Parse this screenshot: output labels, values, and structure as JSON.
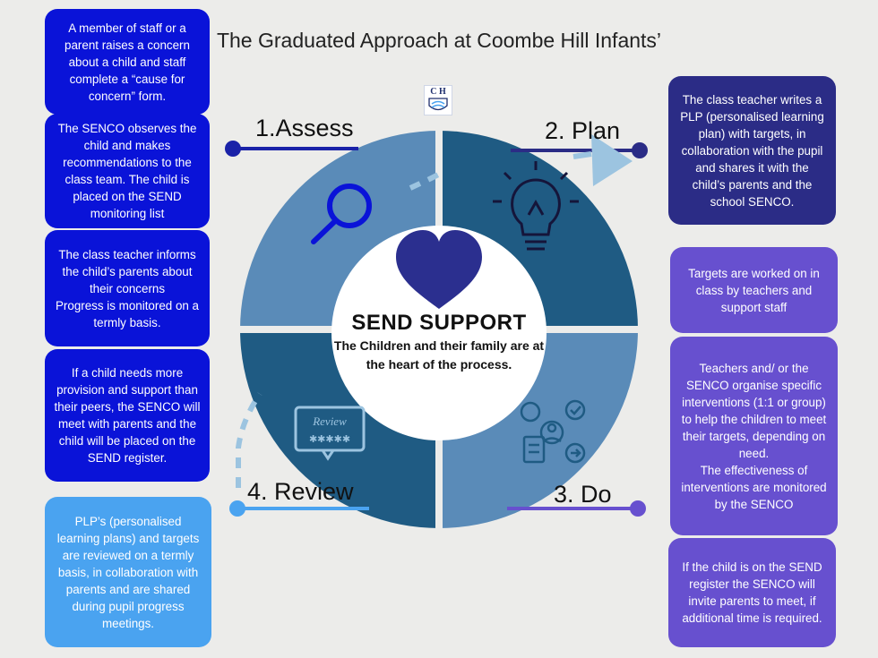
{
  "title": "The Graduated Approach at Coombe Hill Infants’",
  "logo": {
    "letters": "C H"
  },
  "center": {
    "title": "SEND SUPPORT",
    "subtitle": "The Children and their family are at the heart of the process."
  },
  "stages": {
    "assess": "1.Assess",
    "plan": "2. Plan",
    "do": "3. Do",
    "review": "4. Review"
  },
  "review_icon_text": "Review",
  "boxes": {
    "concern": "A member of staff or a parent raises a concern about a child and staff complete a “cause for concern” form.",
    "observe": "The SENCO observes the child and makes recommendations to the class team. The child is placed on the SEND monitoring list",
    "inform": "The class teacher informs the child’s parents about their concerns\nProgress is monitored on a termly basis.",
    "more_provision": "If a child needs more provision and support than their peers, the SENCO will meet with parents and the child will be placed on the SEND register.",
    "plp_review": "PLP’s (personalised learning plans) and targets are reviewed on a termly basis, in collaboration with parents and are shared during pupil progress meetings.",
    "plp_write": "The class teacher writes a PLP (personalised learning plan) with targets, in collaboration with the pupil and shares it with the child’s parents and the school SENCO.",
    "targets": "Targets are worked on in class by teachers and support staff",
    "interventions": "Teachers and/ or the SENCO organise specific interventions (1:1 or group) to help the children to meet their targets, depending on need.\nThe effectiveness of interventions are monitored by the SENCO",
    "send_register": "If  the child is on the SEND register the SENCO will invite parents to meet, if additional time is required."
  },
  "colors": {
    "background": "#ececea",
    "quad_assess": "#5a8bb8",
    "quad_plan": "#1f5b83",
    "quad_do": "#5a8bb8",
    "quad_review": "#1f5b83",
    "heart": "#2b2f8f",
    "box_blue": "#0a13d8",
    "box_lightblue": "#4aa3f0",
    "box_navy": "#2b2c86",
    "box_purple": "#6750cf"
  }
}
